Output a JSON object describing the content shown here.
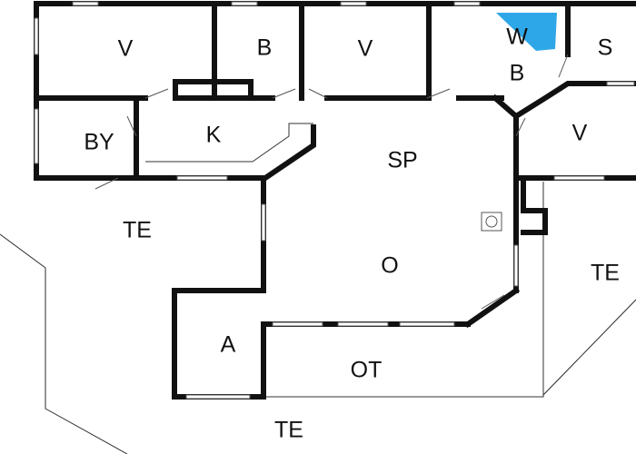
{
  "rooms": {
    "bedroom_1": "V",
    "bathroom_1": "B",
    "bedroom_2": "V",
    "washer": "W",
    "bathroom_2": "B",
    "s_room": "S",
    "utility": "BY",
    "kitchen": "K",
    "dining": "SP",
    "bedroom_3": "V",
    "terrace_west": "TE",
    "living": "O",
    "annex": "A",
    "ot_room": "OT",
    "terrace_east": "TE",
    "terrace_south": "TE"
  },
  "colors": {
    "washer_fill": "#2ea7e8",
    "wall": "#111111",
    "background": "#ffffff"
  },
  "icons": {
    "stove": "wood-stove-icon"
  }
}
